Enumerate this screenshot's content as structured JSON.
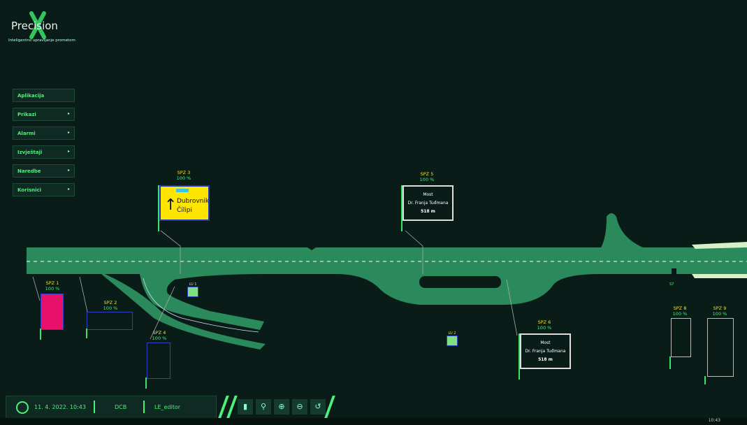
{
  "logo": {
    "brand": "Precision",
    "x": "X",
    "tagline": "Inteligentno upravljanje prometom"
  },
  "menu": [
    {
      "label": "Aplikacija",
      "arrow": ""
    },
    {
      "label": "Prikazi",
      "arrow": "▸"
    },
    {
      "label": "Alarmi",
      "arrow": "▸"
    },
    {
      "label": "Izvještaji",
      "arrow": "▸"
    },
    {
      "label": "Naredbe",
      "arrow": "▸"
    },
    {
      "label": "Korisnici",
      "arrow": "▸"
    }
  ],
  "signs": {
    "spz1": {
      "name": "SPZ 1",
      "pct": "100 %",
      "color": "#e8106a"
    },
    "spz2": {
      "name": "SPZ 2",
      "pct": "100 %"
    },
    "spz3": {
      "name": "SPZ 3",
      "pct": "100 %",
      "line1": "Dubrovnik",
      "line2": "Čilipi",
      "color": "#ffe600"
    },
    "spz4": {
      "name": "SPZ 4",
      "pct": "100 %"
    },
    "spz5": {
      "name": "SPZ 5",
      "pct": "100 %",
      "line1": "Most",
      "line2": "Dr. Franja Tuđmana",
      "line3": "518 m"
    },
    "spz6": {
      "name": "SPZ 6",
      "pct": "100 %",
      "line1": "Most",
      "line2": "Dr. Franja Tuđmana",
      "line3": "518 m"
    },
    "spz8": {
      "name": "SPZ 8",
      "pct": "100 %"
    },
    "spz9": {
      "name": "SPZ 9",
      "pct": "100 %"
    }
  },
  "lu": [
    {
      "name": "LU 1"
    },
    {
      "name": "LU 2"
    }
  ],
  "s7": "S7",
  "status": {
    "datetime": "11. 4. 2022. 10:43",
    "station": "DCB",
    "user": "LE_editor"
  },
  "toolbar": [
    {
      "icon": "map-icon",
      "glyph": "▮"
    },
    {
      "icon": "search-icon",
      "glyph": "⚲"
    },
    {
      "icon": "zoom-in-icon",
      "glyph": "⊕"
    },
    {
      "icon": "zoom-out-icon",
      "glyph": "⊖"
    },
    {
      "icon": "reset-view-icon",
      "glyph": "↺"
    }
  ],
  "taskbar": {
    "time": "10:43"
  },
  "colors": {
    "road": "#2a8a5c",
    "accent": "#4df07a",
    "bg": "#0a1c18"
  }
}
